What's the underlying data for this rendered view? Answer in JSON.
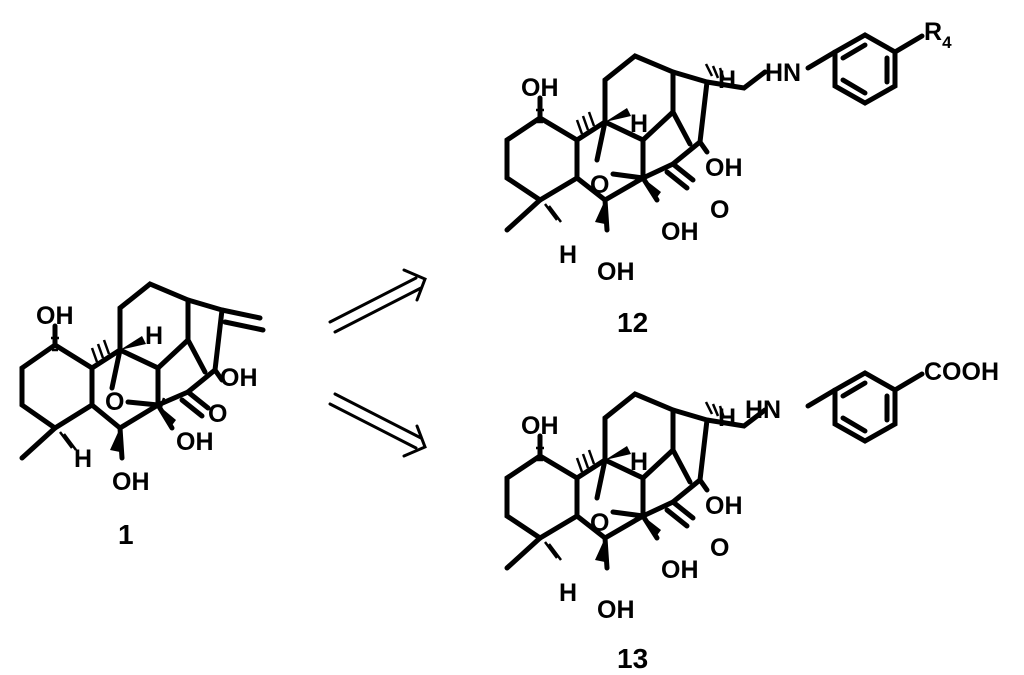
{
  "compounds": [
    {
      "number": "1",
      "labels": {
        "oh1": "OH",
        "oh2": "OH",
        "oh3": "OH",
        "oh4": "OH",
        "o_bridge": "O",
        "o_ketone": "O",
        "h1": "H",
        "h2": "H"
      }
    },
    {
      "number": "12",
      "labels": {
        "oh1": "OH",
        "oh2": "OH",
        "oh3": "OH",
        "oh4": "OH",
        "o_bridge": "O",
        "o_ketone": "O",
        "h1": "H",
        "h2": "H",
        "h_top": "H",
        "hn": "HN",
        "r": "R",
        "r_sub": "4"
      }
    },
    {
      "number": "13",
      "labels": {
        "oh1": "OH",
        "oh2": "OH",
        "oh3": "OH",
        "oh4": "OH",
        "o_bridge": "O",
        "o_ketone": "O",
        "h1": "H",
        "h2": "H",
        "h_top": "H",
        "hn": "HN",
        "acid": "COOH"
      }
    }
  ]
}
